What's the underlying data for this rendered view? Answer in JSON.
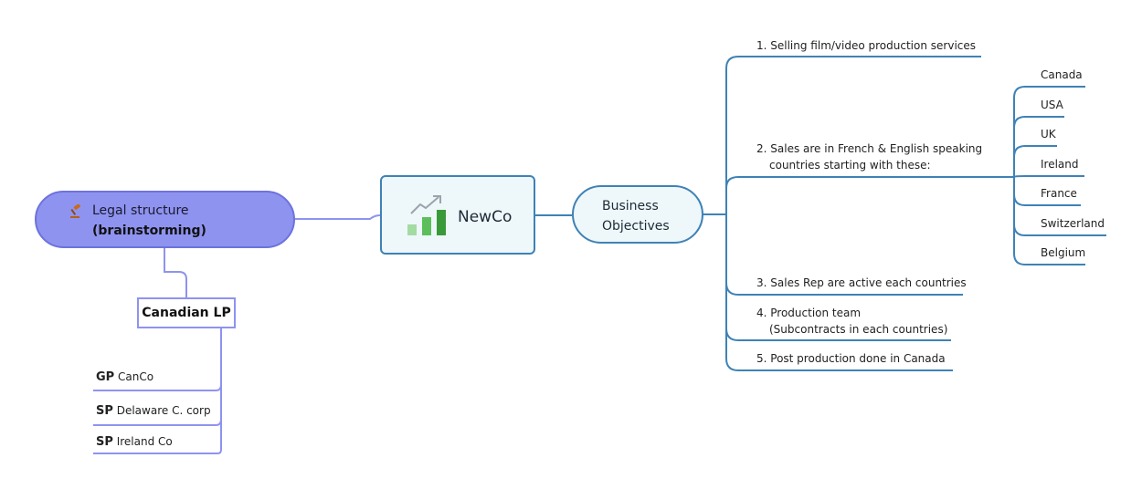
{
  "root": {
    "line1": "Legal structure",
    "line2": "(brainstorming)",
    "icon": "gavel-icon"
  },
  "newco": {
    "label": "NewCo",
    "icon": "growth-chart-icon"
  },
  "objectives": {
    "line1": "Business",
    "line2": "Objectives",
    "items": [
      "1. Selling film/video production services",
      "2. Sales are in French & English speaking",
      "countries starting with these:",
      "3. Sales Rep are active each countries",
      "4. Production team",
      "(Subcontracts in each countries)",
      "5. Post production done in Canada"
    ],
    "countries": [
      "Canada",
      "USA",
      "UK",
      "Ireland",
      "France",
      "Switzerland",
      "Belgium"
    ]
  },
  "canadian_lp": {
    "label": "Canadian LP",
    "partners": [
      {
        "role": "GP",
        "name": "CanCo"
      },
      {
        "role": "SP",
        "name": "Delaware C. corp"
      },
      {
        "role": "SP",
        "name": "Ireland Co"
      }
    ]
  },
  "colors": {
    "root_fill": "#8e93f0",
    "root_border": "#6d72dc",
    "purple_line": "#8e93f0",
    "blue_line": "#3f82b5",
    "node_fill": "#eef7fa",
    "chart_green_light": "#a3dba3",
    "chart_green_mid": "#5cbf5c",
    "chart_green_dark": "#3a9a3a"
  }
}
